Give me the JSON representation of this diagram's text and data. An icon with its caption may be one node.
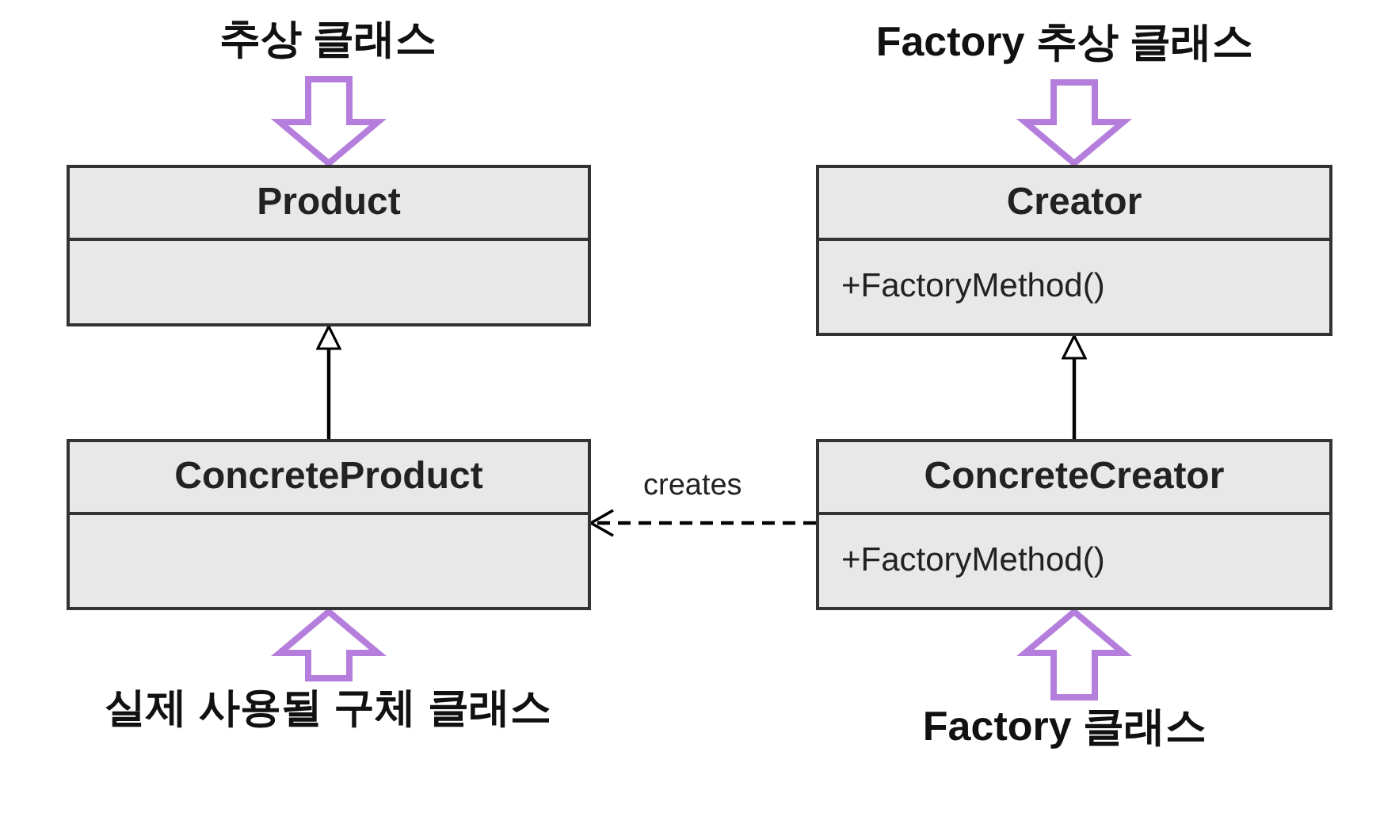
{
  "diagram": {
    "nodes": [
      {
        "text": [
          "추상 클래스"
        ]
      },
      {
        "text": [
          "Product"
        ]
      },
      {
        "text": [
          "Factory 추상 클래스"
        ]
      },
      {
        "text": [
          "Creator",
          "+FactoryMethod()"
        ]
      },
      {
        "text": [
          "ConcreteProduct"
        ]
      },
      {
        "text": [
          "ConcreteCreator",
          "+FactoryMethod()"
        ]
      },
      {
        "text": [
          "실제 사용될 구체 클래스"
        ]
      },
      {
        "text": [
          "Factory 클래스"
        ]
      }
    ],
    "edges": [
      {
        "from": 0,
        "to": 1,
        "arrow": "to",
        "style": "thick",
        "color": "#b57edc"
      },
      {
        "from": 2,
        "to": 3,
        "arrow": "to",
        "style": "thick",
        "color": "#b57edc"
      },
      {
        "from": 4,
        "to": 1,
        "arrow": "to",
        "color": "#000000"
      },
      {
        "from": 5,
        "to": 3,
        "arrow": "to",
        "color": "#000000"
      },
      {
        "from": 5,
        "to": 4,
        "arrow": "to",
        "style": "dashed",
        "label": "creates",
        "color": "#000000"
      },
      {
        "from": 6,
        "to": 4,
        "arrow": "to",
        "style": "thick",
        "color": "#b57edc"
      },
      {
        "from": 7,
        "to": 5,
        "arrow": "to",
        "style": "thick",
        "color": "#b57edc"
      }
    ]
  }
}
